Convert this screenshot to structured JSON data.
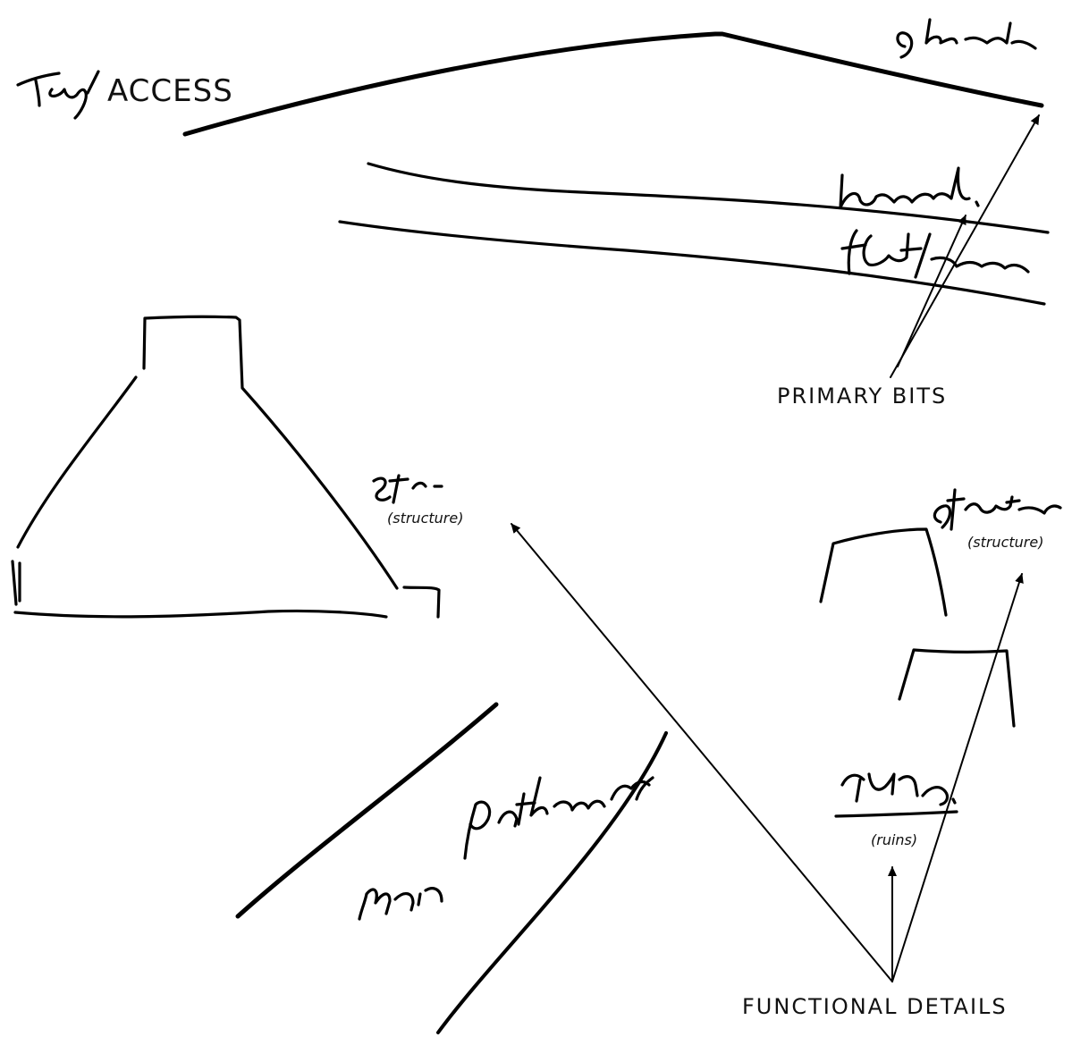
{
  "labels": {
    "access": "ACCESS",
    "primary_bits": "PRIMARY BITS",
    "functional_details": "FUNCTIONAL DETAILS",
    "structure_left": "(structure)",
    "structure_right": "(structure)",
    "ruins": "(ruins)"
  },
  "handwriting": {
    "target": "Targ/",
    "and_boundary": "& bound",
    "bounded": "bounded.",
    "flat_area": "flat/area",
    "structure_left": "str.",
    "structure_right": "structure",
    "ruins": "ruins.",
    "main_pathway": "main pathway"
  }
}
